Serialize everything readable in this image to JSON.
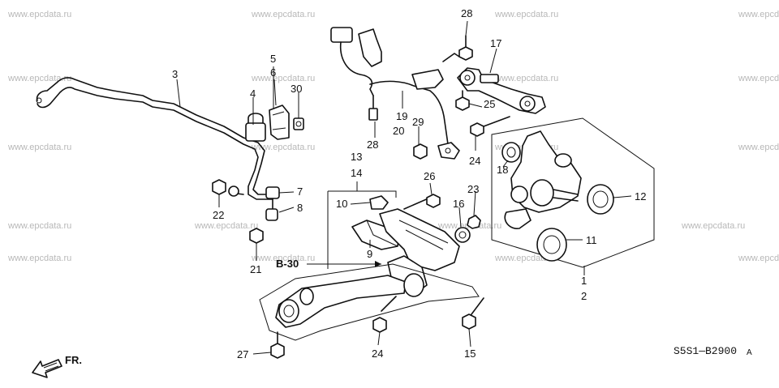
{
  "watermark": "www.epcdata.ru",
  "diagram_code": "S5S1—B2900",
  "diagram_code_suffix": "A",
  "front_label": "FR.",
  "ref_label": "B-30",
  "callouts": {
    "p1": "1",
    "p2": "2",
    "p3": "3",
    "p4": "4",
    "p5": "5",
    "p6": "6",
    "p7": "7",
    "p8": "8",
    "p9": "9",
    "p10": "10",
    "p11": "11",
    "p12": "12",
    "p13": "13",
    "p14": "14",
    "p15": "15",
    "p16": "16",
    "p17": "17",
    "p18": "18",
    "p19": "19",
    "p20": "20",
    "p21": "21",
    "p22": "22",
    "p23": "23",
    "p24a": "24",
    "p24b": "24",
    "p25": "25",
    "p26": "26",
    "p27": "27",
    "p28a": "28",
    "p28b": "28",
    "p29": "29",
    "p30": "30"
  }
}
